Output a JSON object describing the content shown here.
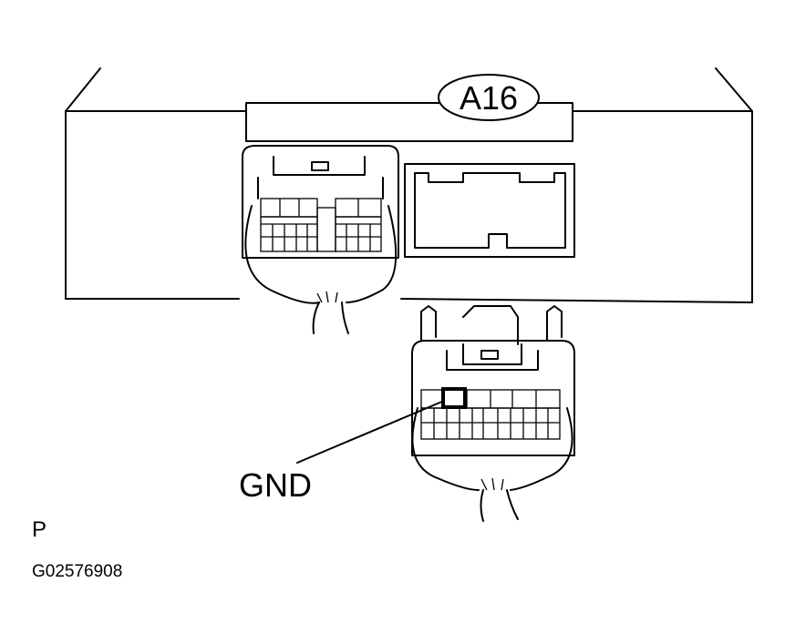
{
  "diagram": {
    "connector_code": "A16",
    "pin_label": "GND",
    "view_letter": "P",
    "figure_id": "G02576908"
  }
}
